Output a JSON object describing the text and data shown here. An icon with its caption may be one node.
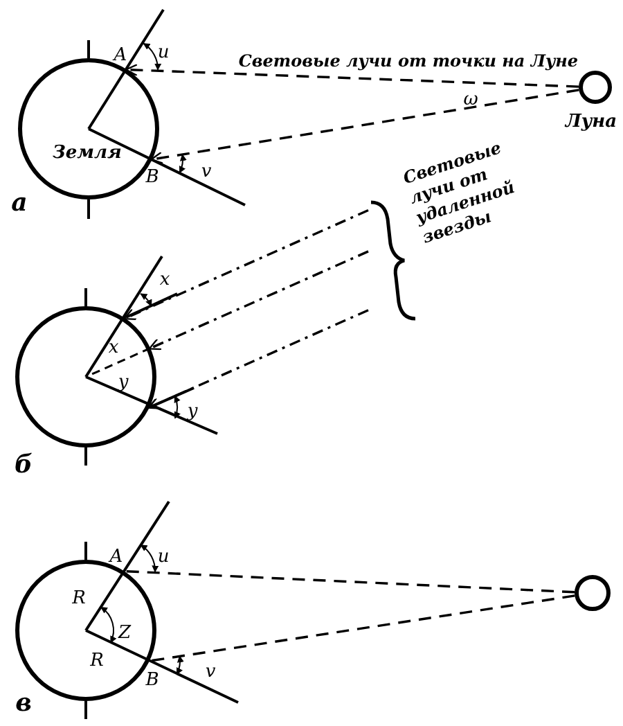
{
  "diagram": {
    "nodes": [
      {
        "text": [
          "Земля"
        ]
      },
      {
        "text": [],
        "shape": "circle",
        "beside": [
          "Луна"
        ]
      },
      {
        "text": [],
        "shape": "circle"
      },
      {
        "text": [],
        "shape": "circle"
      },
      {
        "text": [],
        "shape": "circle"
      },
      {
        "text": [],
        "shape": "brace"
      }
    ],
    "edges": [
      {
        "from": 1,
        "to": 0,
        "arrow": "to",
        "style": "dashed",
        "label": "Световые лучи от точки на Луне"
      },
      {
        "from": 1,
        "to": 0,
        "arrow": "to",
        "style": "dashed"
      },
      {
        "from": 5,
        "to": 2,
        "arrow": "to",
        "style": "dashed"
      },
      {
        "from": 5,
        "to": 2,
        "arrow": "to",
        "style": "dashed"
      },
      {
        "from": 5,
        "to": 2,
        "arrow": "to",
        "style": "dashed"
      },
      {
        "from": 4,
        "to": 3,
        "arrow": "none",
        "style": "dashed"
      },
      {
        "from": 4,
        "to": 3,
        "arrow": "none",
        "style": "dashed"
      }
    ],
    "labels": [
      "A",
      "u",
      "ω",
      "B",
      "v",
      "а",
      "Световые лучи от удаленной звезды",
      "x",
      "x",
      "y",
      "y",
      "б",
      "A",
      "u",
      "R",
      "Z",
      "R",
      "B",
      "v",
      "в"
    ]
  }
}
